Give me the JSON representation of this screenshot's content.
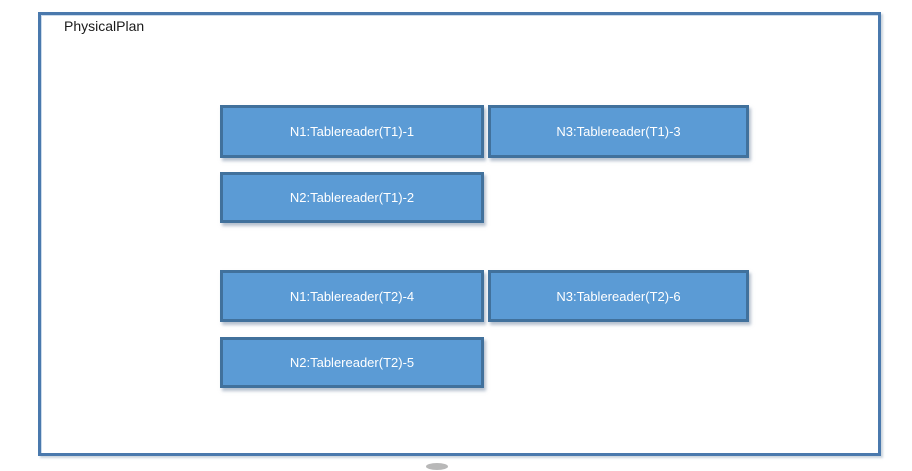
{
  "diagram": {
    "title": "PhysicalPlan",
    "colors": {
      "node_fill": "#5B9BD5",
      "node_border": "#41719C",
      "node_text": "#FFFFFF",
      "frame_border": "#4A79AD",
      "title_text": "#1A1A1A"
    },
    "nodes": [
      {
        "label": "N1:Tablereader(T1)-1"
      },
      {
        "label": "N3:Tablereader(T1)-3"
      },
      {
        "label": "N2:Tablereader(T1)-2"
      },
      {
        "label": "N1:Tablereader(T2)-4"
      },
      {
        "label": "N3:Tablereader(T2)-6"
      },
      {
        "label": "N2:Tablereader(T2)-5"
      }
    ]
  }
}
